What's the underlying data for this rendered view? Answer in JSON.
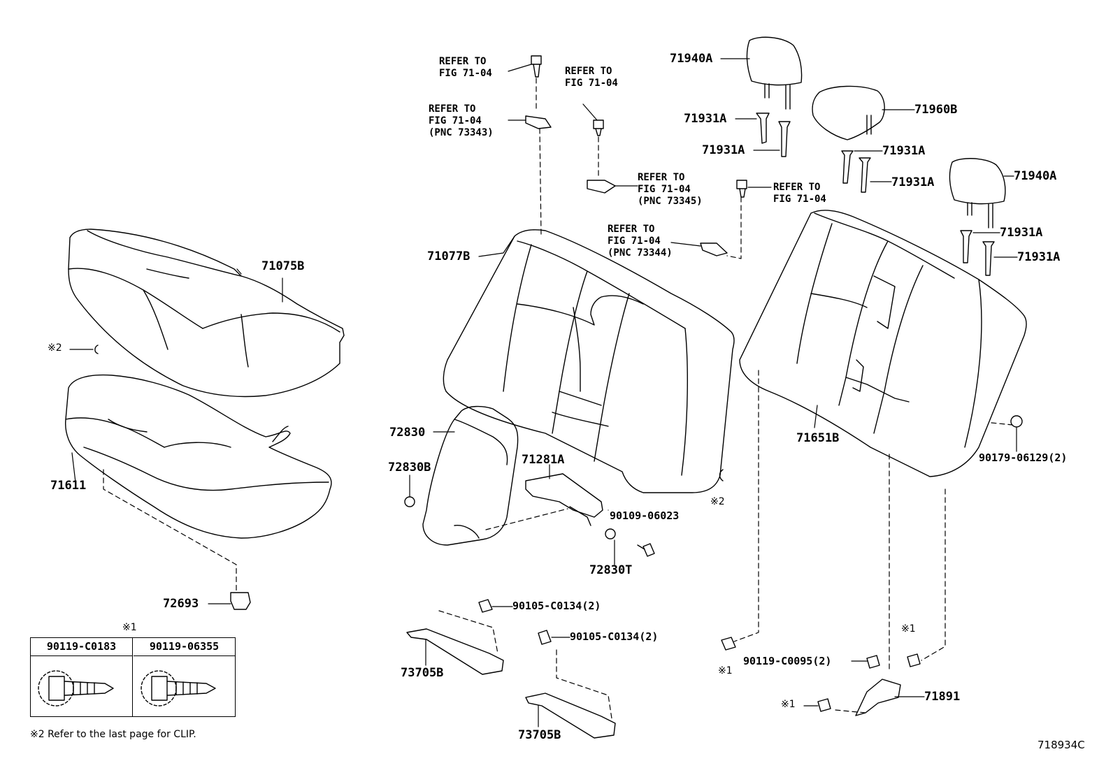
{
  "diagram_id": "718934C",
  "callouts": {
    "p71940A_top": "71940A",
    "p71931A_1": "71931A",
    "p71931A_2": "71931A",
    "p71960B": "71960B",
    "p71931A_3": "71931A",
    "p71931A_4": "71931A",
    "p71940A_right": "71940A",
    "p71931A_5": "71931A",
    "p71931A_6": "71931A",
    "p71075B": "71075B",
    "p71077B": "71077B",
    "p71611": "71611",
    "p72830": "72830",
    "p72830B": "72830B",
    "p71281A": "71281A",
    "p90109": "90109-06023",
    "p72830T": "72830T",
    "p72693": "72693",
    "p90105_a": "90105-C0134(2)",
    "p90105_b": "90105-C0134(2)",
    "p73705B_a": "73705B",
    "p73705B_b": "73705B",
    "p71651B": "71651B",
    "p90179": "90179-06129(2)",
    "p90119_c0095": "90119-C0095(2)",
    "p71891": "71891"
  },
  "references": {
    "ref1": "REFER TO\nFIG 71-04",
    "ref2": "REFER TO\nFIG 71-04",
    "ref3": "REFER TO\nFIG 71-04\n(PNC 73343)",
    "ref4": "REFER TO\nFIG 71-04\n(PNC 73345)",
    "ref5": "REFER TO\nFIG 71-04",
    "ref6": "REFER TO\nFIG 71-04\n(PNC 73344)"
  },
  "marks": {
    "m_x2_left": "※2",
    "m_x2_mid": "※2",
    "m_x1_legend": "※1",
    "m_x1_a": "※1",
    "m_x1_b": "※1",
    "m_x1_c": "※1"
  },
  "legend": {
    "col1": "90119-C0183",
    "col2": "90119-06355"
  },
  "footnote": "※2  Refer to the last page for CLIP."
}
